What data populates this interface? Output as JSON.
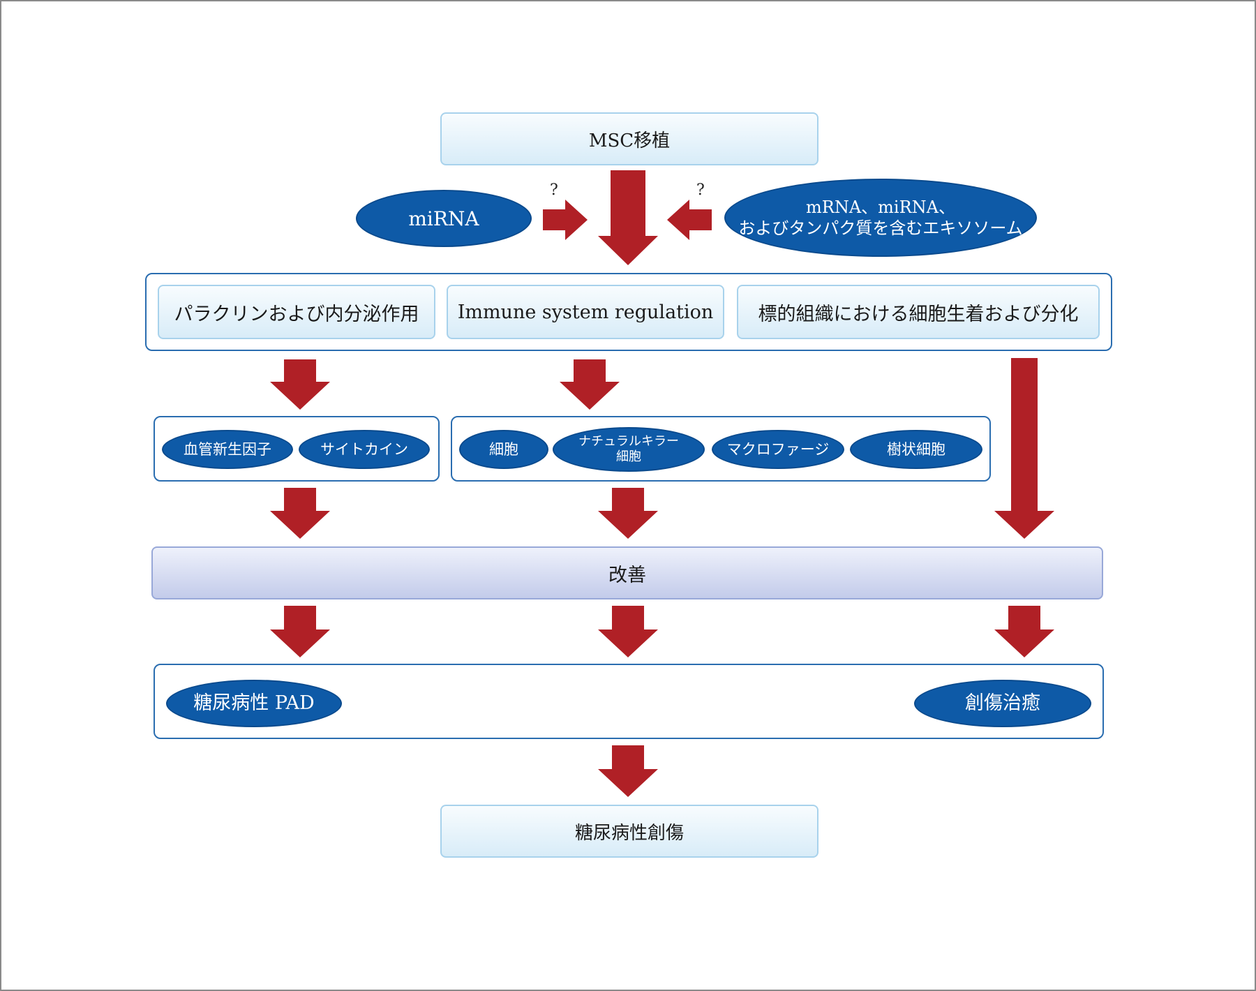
{
  "top": {
    "transplant": "MSC移植"
  },
  "inputs": {
    "left": "miRNA",
    "right_line1": "mRNA、miRNA、",
    "right_line2": "およびタンパク質を含むエキソソーム",
    "question_left": "?",
    "question_right": "?"
  },
  "mechanisms": {
    "paracrine": "パラクリンおよび内分泌作用",
    "immune": "Immune system regulation",
    "engraftment": "標的組織における細胞生着および分化"
  },
  "factors": {
    "angiogenic": "血管新生因子",
    "cytokine": "サイトカイン"
  },
  "cells": {
    "cell": "細胞",
    "nk_line1": "ナチュラルキラー",
    "nk_line2": "細胞",
    "macrophage": "マクロファージ",
    "dendritic": "樹状細胞"
  },
  "improvement": "改善",
  "outcomes": {
    "pad": "糖尿病性 PAD",
    "healing": "創傷治癒"
  },
  "bottom": {
    "wound": "糖尿病性創傷"
  },
  "colors": {
    "arrow": "#b02026",
    "ellipse": "#0e5aa7",
    "frame_border": "#2a6db0",
    "pale_box_top": "#f8fcfe",
    "pale_box_bottom": "#d8ecf8",
    "band_top": "#eef1fb",
    "band_bottom": "#c3cbea"
  }
}
